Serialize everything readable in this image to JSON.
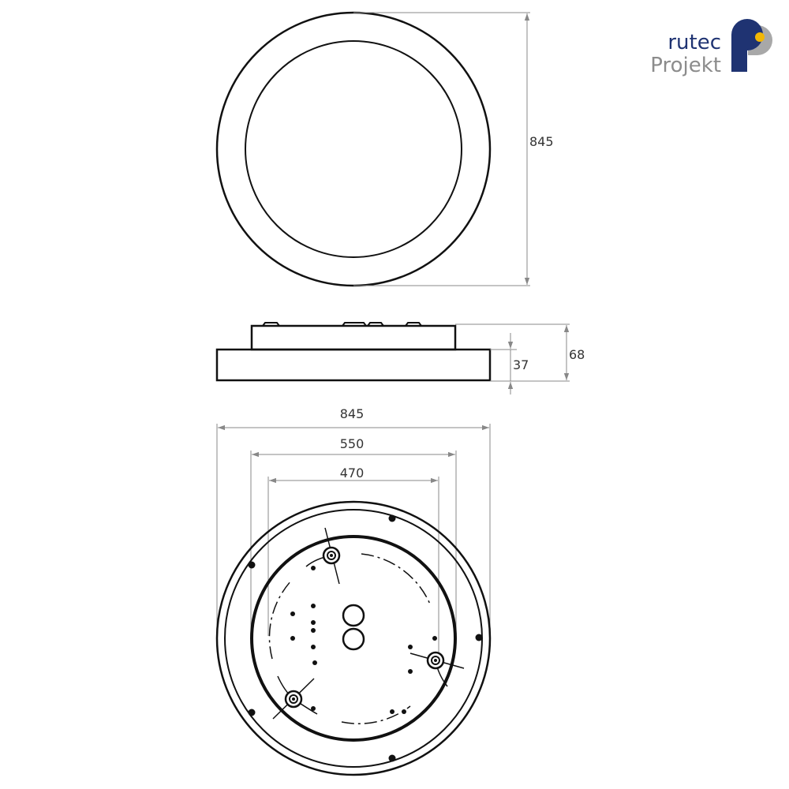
{
  "logo": {
    "line1": "rutec",
    "line2": "Projekt",
    "colors": {
      "navy": "#1f3372",
      "gray": "#8c8c8c",
      "yellow": "#f2b705"
    }
  },
  "dimensions": {
    "top_view_height": "845",
    "side_total_height": "68",
    "side_base_height": "37",
    "bottom_outer_diameter": "845",
    "bottom_mount_diameter": "550",
    "bottom_hole_spacing": "470"
  },
  "colors": {
    "line": "#111111",
    "dim": "#888888"
  }
}
